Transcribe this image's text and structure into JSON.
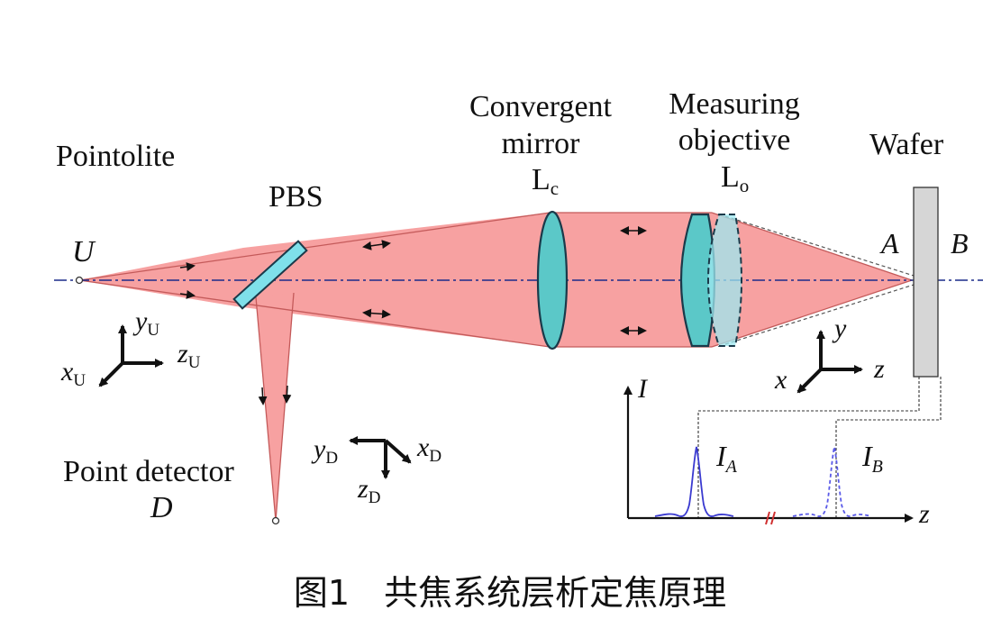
{
  "labels": {
    "pointolite": "Pointolite",
    "pbs": "PBS",
    "convergent_l1": "Convergent",
    "convergent_l2": "mirror",
    "lc_main": "L",
    "lc_sub": "c",
    "measuring_l1": "Measuring",
    "measuring_l2": "objective",
    "lo_main": "L",
    "lo_sub": "o",
    "wafer": "Wafer",
    "u": "U",
    "a": "A",
    "b": "B",
    "point_detector": "Point detector",
    "d": "D"
  },
  "axes_u": {
    "y": "y",
    "y_sub": "U",
    "z": "z",
    "z_sub": "U",
    "x": "x",
    "x_sub": "U"
  },
  "axes_d": {
    "y": "y",
    "y_sub": "D",
    "x": "x",
    "x_sub": "D",
    "z": "z",
    "z_sub": "D"
  },
  "axes_w": {
    "y": "y",
    "z": "z",
    "x": "x"
  },
  "plot": {
    "ylabel": "I",
    "xlabel": "z",
    "peak_a_main": "I",
    "peak_a_sub": "A",
    "peak_b_main": "I",
    "peak_b_sub": "B"
  },
  "caption": "图1　共焦系统层析定焦原理",
  "colors": {
    "beam": "#f7a1a1",
    "beam_edge": "#d86060",
    "lens_fill": "#5bc8c8",
    "lens_edge": "#1a3a4a",
    "lens2_fill": "#9ee8f0",
    "pbs_fill": "#7fe0ea",
    "axis_line": "#1a2a8a",
    "curve_a": "#3a3ad0",
    "curve_b": "#5a5ae8",
    "break_mark": "#d03030",
    "wafer_fill": "#d6d6d6"
  }
}
